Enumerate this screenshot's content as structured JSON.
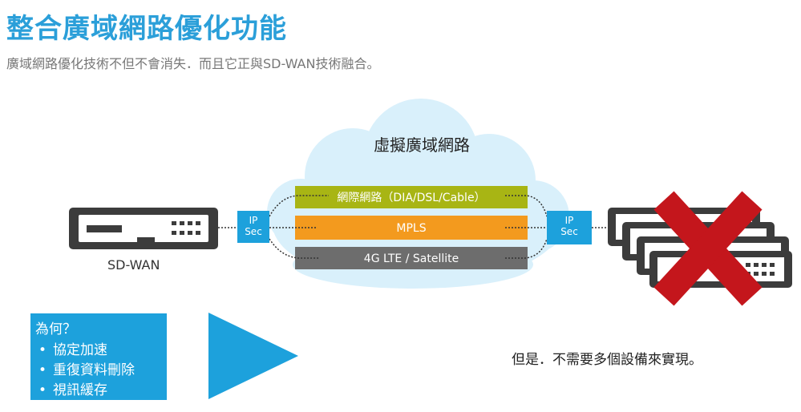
{
  "header": {
    "title": "整合廣域網路優化功能",
    "subtitle": "廣域網路優化技術不但不會消失．而且它正與SD-WAN技術融合。"
  },
  "cloud": {
    "label": "虛擬廣域網路",
    "lanes": [
      {
        "label": "網際網路（DIA/DSL/Cable）",
        "color": "#a8b514"
      },
      {
        "label": "MPLS",
        "color": "#f39a1e"
      },
      {
        "label": "4G LTE / Satellite",
        "color": "#6d6d6d"
      }
    ]
  },
  "ipsec": {
    "left_label_line1": "IP",
    "left_label_line2": "Sec",
    "right_label_line1": "IP",
    "right_label_line2": "Sec"
  },
  "device": {
    "label": "SD-WAN"
  },
  "why": {
    "title": "為何？",
    "items": [
      "協定加速",
      "重復資料刪除",
      "視訊緩存"
    ]
  },
  "bottom_note": "但是．不需要多個設備來實現。",
  "colors": {
    "accent": "#1da1dc",
    "title": "#2b9fd9",
    "cross": "#c4161c",
    "cloud": "#d9f0fb"
  }
}
